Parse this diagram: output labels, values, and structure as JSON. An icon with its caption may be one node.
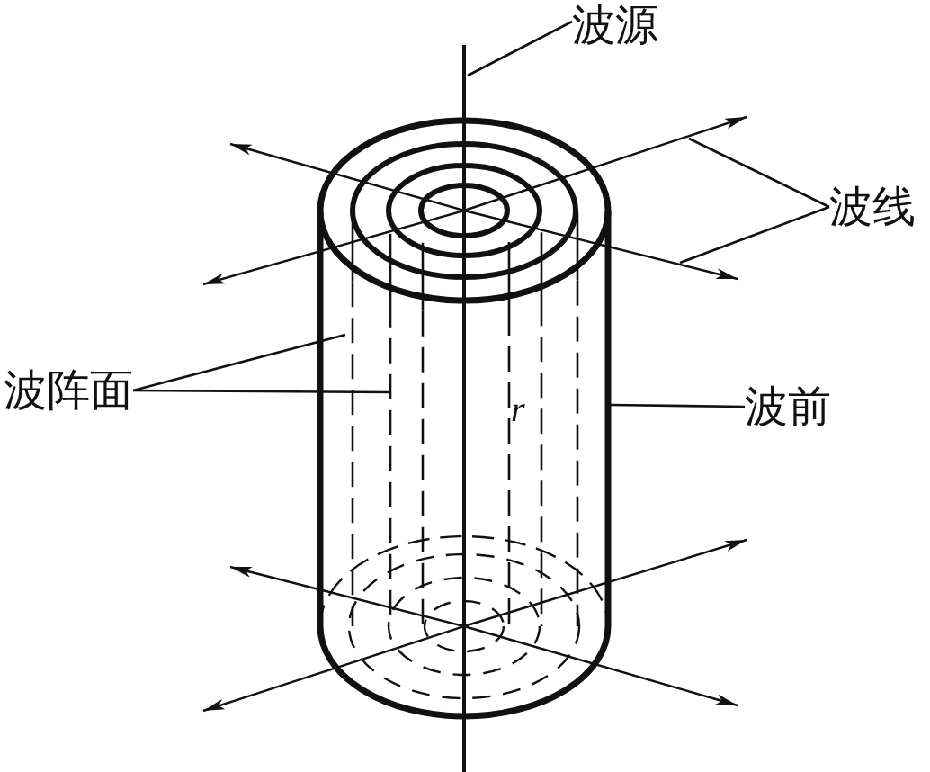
{
  "diagram": {
    "nodes": [
      {
        "text": [
          "波源"
        ]
      },
      {
        "text": [
          "波线"
        ]
      },
      {
        "text": [
          "波阵面"
        ]
      },
      {
        "text": [
          "波前"
        ]
      }
    ],
    "edges": [
      {
        "from": 0,
        "to": null,
        "arrow": "none"
      },
      {
        "from": 1,
        "to": null,
        "arrow": "none"
      },
      {
        "from": 1,
        "to": null,
        "arrow": "none"
      },
      {
        "from": 2,
        "to": null,
        "arrow": "none"
      },
      {
        "from": 2,
        "to": null,
        "arrow": "none"
      },
      {
        "from": 3,
        "to": null,
        "arrow": "none"
      }
    ],
    "labels": [
      "r"
    ]
  }
}
